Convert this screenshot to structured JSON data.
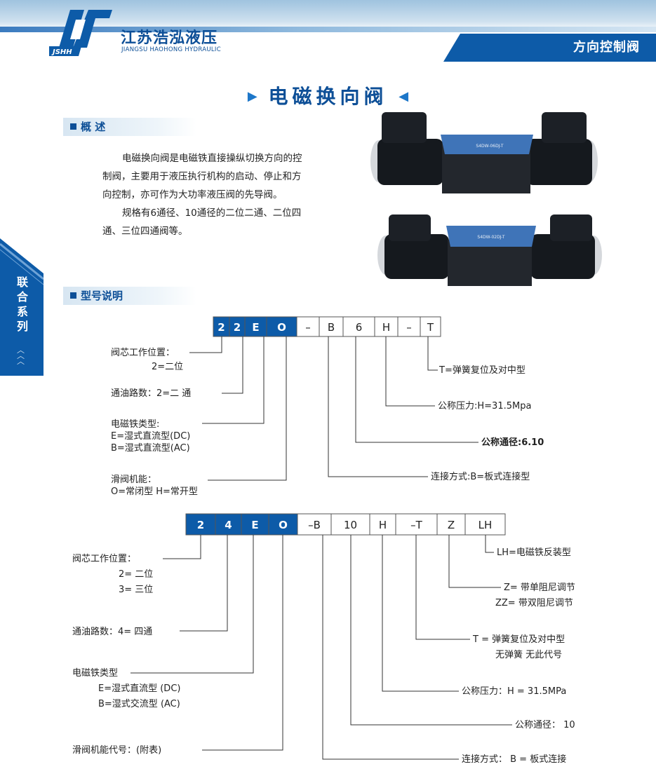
{
  "header": {
    "logo_letters": "JSHH",
    "brand_cn": "江苏浩泓液压",
    "brand_en": "JIANGSU HAOHONG HYDRAULIC",
    "category": "方向控制阀"
  },
  "title": "电磁换向阀",
  "side_tab": {
    "label": "联合系列"
  },
  "overview": {
    "heading": "概 述",
    "lines": [
      "电磁换向阀是电磁铁直接操纵切换方向的控",
      "制阀，主要用于液压执行机构的启动、停止和方",
      "向控制，亦可作为大功率液压阀的先导阀。",
      "规格有6通径、10通径的二位二通、二位四",
      "通、三位四通阀等。"
    ]
  },
  "model": {
    "heading": "型号说明",
    "code1": {
      "boxes": [
        "2",
        "2",
        "E",
        "O",
        "–",
        "B",
        "6",
        "H",
        "–",
        "T"
      ],
      "filled": [
        true,
        true,
        true,
        true,
        false,
        false,
        false,
        false,
        false,
        false
      ],
      "left_labels": [
        [
          "阀芯工作位置：",
          "2=二位"
        ],
        [
          "通油路数：2=二 通"
        ],
        [
          "电磁铁类型:",
          "E=湿式直流型(DC)",
          "B=湿式直流型(AC)"
        ],
        [
          "滑阀机能：",
          "O=常闭型  H=常开型"
        ]
      ],
      "right_labels": [
        "T=弹簧复位及对中型",
        "公称压力:H=31.5Mpa",
        "公称通径:6.10",
        "连接方式:B=板式连接型"
      ]
    },
    "code2": {
      "boxes": [
        "2",
        "4",
        "E",
        "O",
        "–B",
        "10",
        "H",
        "–T",
        "Z",
        "LH"
      ],
      "filled": [
        true,
        true,
        true,
        true,
        false,
        false,
        false,
        false,
        false,
        false
      ],
      "left_labels": [
        [
          "阀芯工作位置：",
          "2= 二位",
          "3= 三位"
        ],
        [
          "通油路数：4= 四通"
        ],
        [
          "电磁铁类型",
          "E=湿式直流型 (DC)",
          "B=湿式交流型 (AC)"
        ],
        [
          "滑阀机能代号：(附表)"
        ]
      ],
      "right_labels": [
        [
          "LH=电磁铁反装型"
        ],
        [
          "Z= 带单阻尼调节",
          "ZZ= 带双阻尼调节"
        ],
        [
          "T = 弹簧复位及对中型",
          "无弹簧   无此代号"
        ],
        [
          "公称压力：H = 31.5MPa"
        ],
        [
          "公称通径： 10"
        ],
        [
          "连接方式： B = 板式连接"
        ]
      ]
    }
  },
  "product_photos": {
    "nameplate_1": "S4DW-06DJ-T",
    "nameplate_2": "S4DW-02DJ-T"
  },
  "colors": {
    "primary_blue": "#0d5ba8",
    "dark_blue": "#0d4f97",
    "light_blue": "#cfe1ef"
  }
}
